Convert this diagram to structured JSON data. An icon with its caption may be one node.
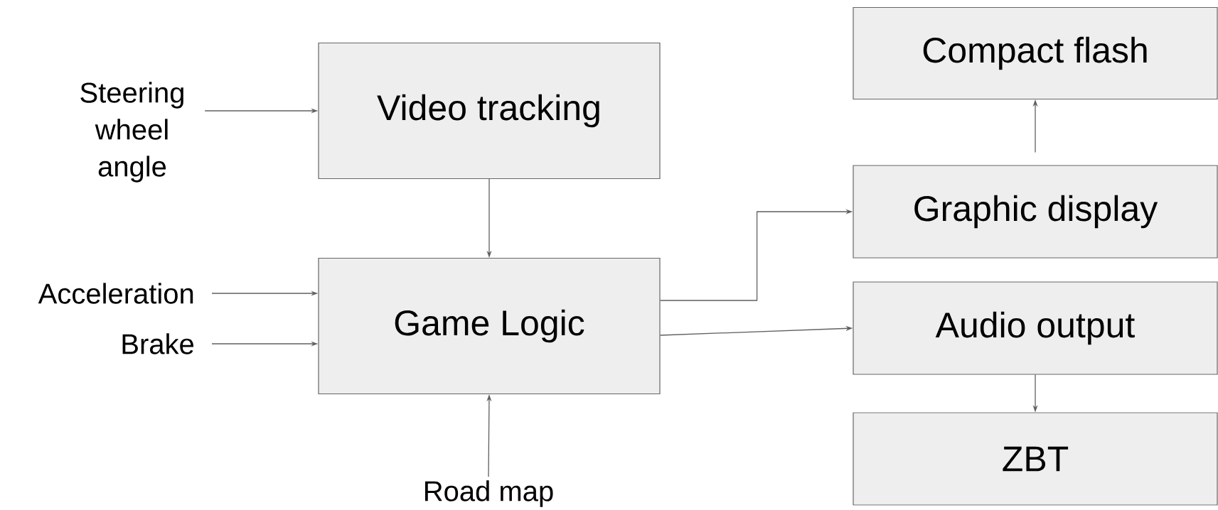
{
  "diagram": {
    "nodes": [
      {
        "text": [
          "Steering wheel angle"
        ]
      },
      {
        "text": [
          "Video tracking"
        ]
      },
      {
        "text": [
          "Acceleration"
        ]
      },
      {
        "text": [
          "Brake"
        ]
      },
      {
        "text": [
          "Game Logic"
        ]
      },
      {
        "text": [
          "Road map"
        ]
      },
      {
        "text": [
          "Compact flash"
        ]
      },
      {
        "text": [
          "Graphic display"
        ]
      },
      {
        "text": [
          "Audio output"
        ]
      },
      {
        "text": [
          "ZBT"
        ]
      }
    ],
    "edges": [
      {
        "from": 0,
        "to": 1,
        "arrow": "to"
      },
      {
        "from": 1,
        "to": 4,
        "arrow": "to"
      },
      {
        "from": 2,
        "to": 4,
        "arrow": "to"
      },
      {
        "from": 3,
        "to": 4,
        "arrow": "to"
      },
      {
        "from": 5,
        "to": 4,
        "arrow": "to"
      },
      {
        "from": 4,
        "to": 7,
        "arrow": "to"
      },
      {
        "from": 4,
        "to": 8,
        "arrow": "to"
      },
      {
        "from": 7,
        "to": 6,
        "arrow": "to"
      },
      {
        "from": 8,
        "to": 9,
        "arrow": "to"
      }
    ]
  }
}
